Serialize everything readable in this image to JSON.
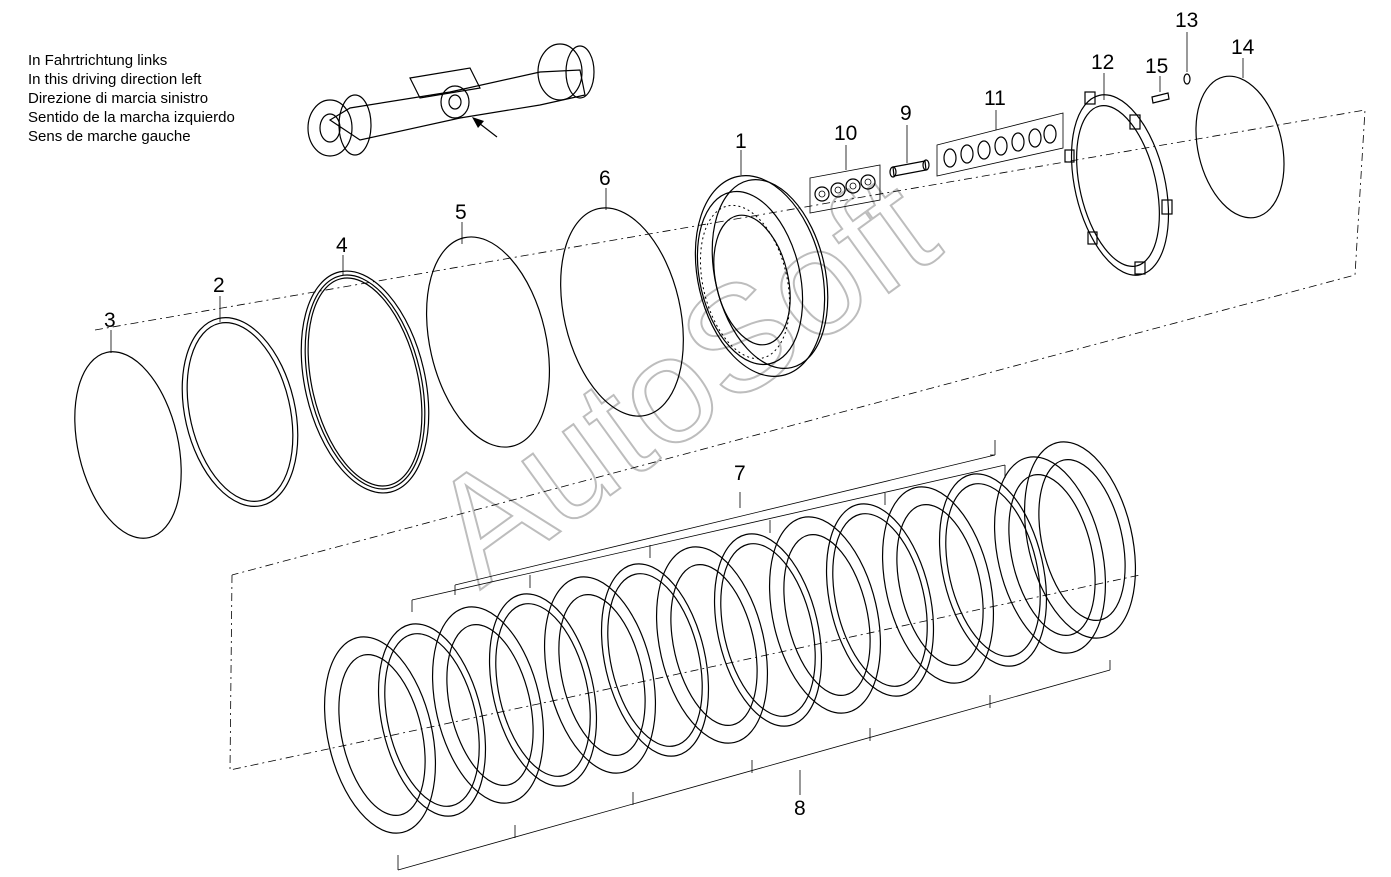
{
  "direction_note": [
    "In Fahrtrichtung links",
    "In this driving direction left",
    "Direzione di marcia sinistro",
    "Sentido de la marcha izquierdo",
    "Sens de marche gauche"
  ],
  "watermark": "AutoSoft",
  "callouts": {
    "p1": "1",
    "p2": "2",
    "p3": "3",
    "p4": "4",
    "p5": "5",
    "p6": "6",
    "p7": "7",
    "p8": "8",
    "p9": "9",
    "p10": "10",
    "p11": "11",
    "p12": "12",
    "p13": "13",
    "p14": "14",
    "p15": "15"
  },
  "colors": {
    "line": "#000000",
    "watermark": "#bdbdbd",
    "background": "#ffffff"
  }
}
